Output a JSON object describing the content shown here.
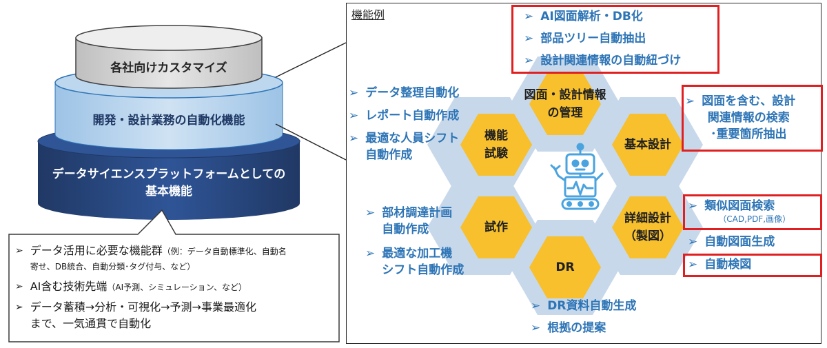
{
  "stack": {
    "top_label": "各社向けカスタマイズ",
    "middle_label": "開発・設計業務の自動化機能",
    "bottom_label_line1": "データサイエンスプラットフォームとしての",
    "bottom_label_line2": "基本機能"
  },
  "callout": {
    "items": [
      {
        "main": "データ活用に必要な機能群",
        "note": "（例：データ自動標準化、自動名",
        "cont": "寄せ、DB統合、自動分類･タグ付与、など）"
      },
      {
        "main": "AI含む技術先端",
        "note": "（AI予測、シミュレーション、など）"
      },
      {
        "main": "データ蓄積→分析・可視化→予測→事業最適化",
        "cont": "まで、一気通貫で自動化"
      }
    ]
  },
  "panel": {
    "title": "機能例"
  },
  "hexagons": {
    "top": [
      "図面・設計情報",
      "の管理"
    ],
    "upper_right": "基本設計",
    "lower_right": [
      "詳細設計",
      "（製図）"
    ],
    "bottom": "DR",
    "lower_left": "試作",
    "upper_left": [
      "機能",
      "試験"
    ]
  },
  "features": {
    "top": [
      "AI図面解析・DB化",
      "部品ツリー自動抽出",
      "設計関連情報の自動紐づけ"
    ],
    "left_upper": [
      [
        "データ整理自動化"
      ],
      [
        "レポート自動作成"
      ],
      [
        "最適な人員シフト",
        "自動作成"
      ]
    ],
    "right_upper": [
      "図面を含む、設計",
      "関連情報の検索",
      "･重要箇所抽出"
    ],
    "left_lower": [
      [
        "部材調達計画",
        "自動作成"
      ],
      [
        "最適な加工機",
        "シフト自動作成"
      ]
    ],
    "right_lower": {
      "item1": "類似図面検索",
      "item1_note": "（CAD,PDF,画像）",
      "item2": "自動図面生成",
      "item3": "自動検図"
    },
    "bottom": [
      "DR資料自動生成",
      "根拠の提案"
    ]
  },
  "bullet_glyph": "➢",
  "colors": {
    "accent_blue": "#2e75b6",
    "hex_yellow": "#f7c02c",
    "hex_light": "#c5d6ea",
    "tier_dark": "#2f5597",
    "tier_light": "#bdd7ee",
    "tier_gray": "#d9d9d9",
    "highlight_red": "#e02020",
    "robot": "#4aa3df"
  },
  "icons": [
    "robot-icon"
  ]
}
